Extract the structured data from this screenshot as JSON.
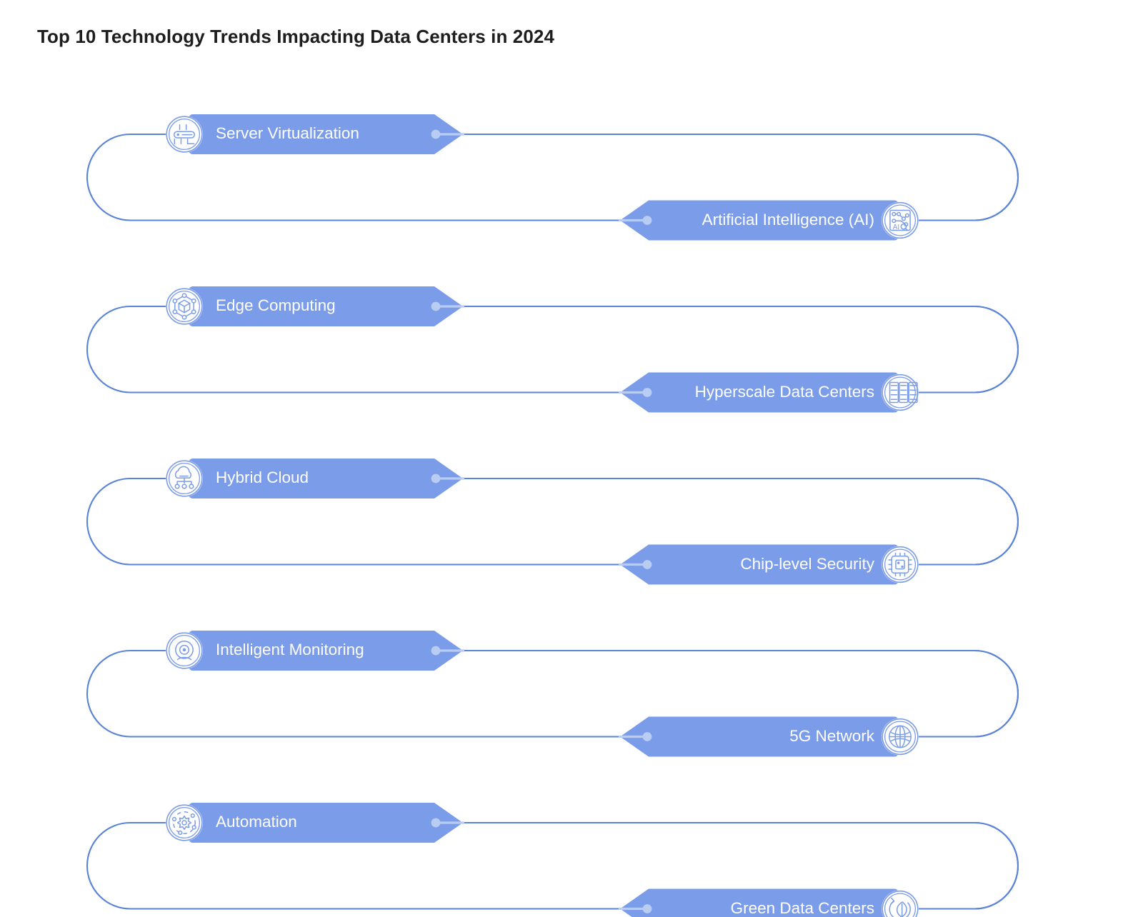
{
  "title": "Top 10 Technology Trends Impacting Data Centers in 2024",
  "theme": {
    "chevron_fill": "#7b9ce9",
    "line_stroke": "#5b84d6",
    "inner_connector": "#b9ccf2",
    "label_color": "#ffffff",
    "title_color": "#1d1d1d",
    "background": "#ffffff",
    "icon_stroke": "#7b9ce9",
    "icon_bg": "#ffffff"
  },
  "items": [
    {
      "label": "Server Virtualization",
      "side": "left",
      "icon": "server-rack-circle-icon",
      "row": 1
    },
    {
      "label": "Artificial Intelligence (AI)",
      "side": "right",
      "icon": "ai-chip-network-icon",
      "row": 1
    },
    {
      "label": "Edge Computing",
      "side": "left",
      "icon": "hexagon-cube-node-icon",
      "row": 2
    },
    {
      "label": "Hyperscale Data Centers",
      "side": "right",
      "icon": "data-center-racks-icon",
      "row": 2
    },
    {
      "label": "Hybrid Cloud",
      "side": "left",
      "icon": "cloud-network-icon",
      "row": 3
    },
    {
      "label": "Chip-level Security",
      "side": "right",
      "icon": "cpu-chip-icon",
      "row": 3
    },
    {
      "label": "Intelligent Monitoring",
      "side": "left",
      "icon": "concentric-monitor-icon",
      "row": 4
    },
    {
      "label": "5G Network",
      "side": "right",
      "icon": "globe-icon",
      "row": 4
    },
    {
      "label": "Automation",
      "side": "left",
      "icon": "gear-orbit-icon",
      "row": 5
    },
    {
      "label": "Green Data Centers",
      "side": "right",
      "icon": "leaf-recycle-icon",
      "row": 5
    }
  ],
  "chart_data": {
    "type": "diagram",
    "title": "Top 10 Technology Trends Impacting Data Centers in 2024",
    "diagram_style": "alternating zig-zag chevron list with racetrack connectors",
    "count": 10,
    "categories": [
      "Server Virtualization",
      "Artificial Intelligence (AI)",
      "Edge Computing",
      "Hyperscale Data Centers",
      "Hybrid Cloud",
      "Chip-level Security",
      "Intelligent Monitoring",
      "5G Network",
      "Automation",
      "Green Data Centers"
    ],
    "left_column": [
      "Server Virtualization",
      "Edge Computing",
      "Hybrid Cloud",
      "Intelligent Monitoring",
      "Automation"
    ],
    "right_column": [
      "Artificial Intelligence (AI)",
      "Hyperscale Data Centers",
      "Chip-level Security",
      "5G Network",
      "Green Data Centers"
    ]
  }
}
